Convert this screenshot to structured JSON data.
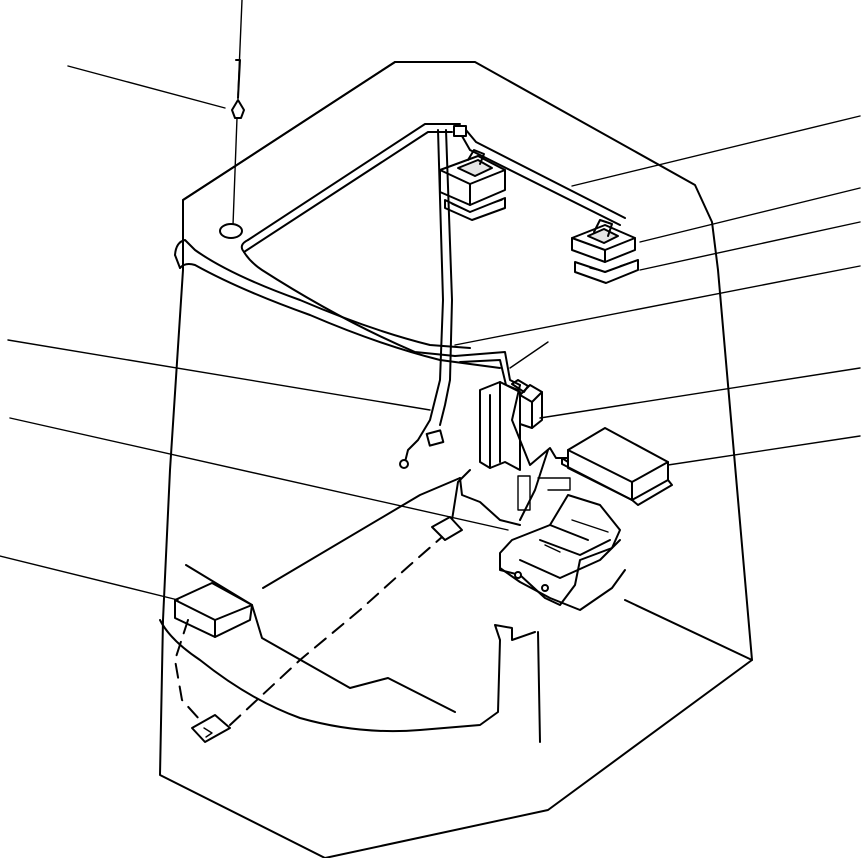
{
  "diagram": {
    "title": "",
    "colors": {
      "line": "#000000",
      "background": "#ffffff"
    },
    "leader_count": 10,
    "components": [
      "antenna",
      "cab-roof-panel",
      "roof-wiring-harness",
      "speaker-left",
      "speaker-right",
      "pillar-wiring-harness",
      "radio-connector",
      "relay-box",
      "controller-unit",
      "floor-harness",
      "floor-bracket",
      "console-unit",
      "seat-frame"
    ]
  }
}
